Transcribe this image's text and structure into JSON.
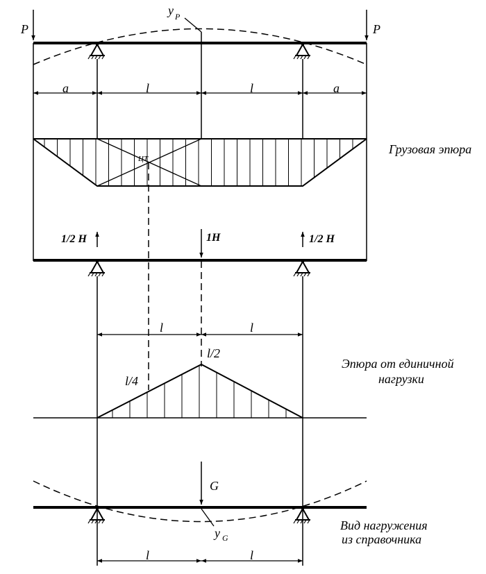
{
  "loads": {
    "p_left": "P",
    "p_right": "P",
    "y_p": "y",
    "y_p_sub": "P",
    "half_left": "1/2 H",
    "one_h": "1H",
    "half_right": "1/2 H",
    "g": "G",
    "y_g": "y",
    "y_g_sub": "G"
  },
  "dims": {
    "top": [
      "a",
      "l",
      "l",
      "a"
    ],
    "middle": [
      "l",
      "l"
    ],
    "bottom": [
      "l",
      "l"
    ]
  },
  "diagram_labels": {
    "point_mark": "ЦТ",
    "apex_value": "l/2",
    "quarter_value": "l/4"
  },
  "captions": {
    "cargo": "Грузовая эпюра",
    "unit_line1": "Эпюра от единичной",
    "unit_line2": "нагрузки",
    "view_line1": "Вид нагружения",
    "view_line2": "из справочника"
  }
}
